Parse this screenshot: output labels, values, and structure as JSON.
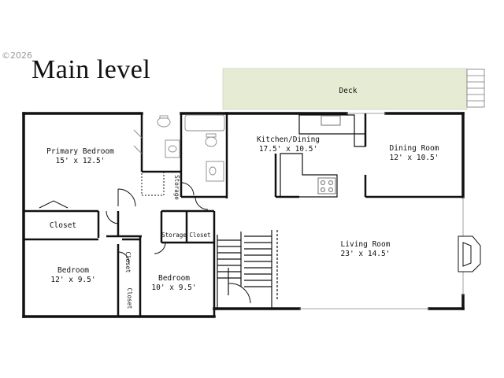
{
  "copyright": "©2026",
  "title": "Main level",
  "colors": {
    "deck_fill": "#e6ecd3",
    "wall": "#111111",
    "fixture": "#8a8a8a"
  },
  "rooms": {
    "deck": {
      "name": "Deck"
    },
    "kitchen": {
      "name": "Kitchen/Dining",
      "size": "17.5' x 10.5'"
    },
    "dining": {
      "name": "Dining Room",
      "size": "12' x 10.5'"
    },
    "primary": {
      "name": "Primary Bedroom",
      "size": "15' x 12.5'"
    },
    "closet_main": {
      "name": "Closet"
    },
    "bedroom1": {
      "name": "Bedroom",
      "size": "12' x 9.5'"
    },
    "bedroom2": {
      "name": "Bedroom",
      "size": "10' x 9.5'"
    },
    "living": {
      "name": "Living Room",
      "size": "23' x 14.5'"
    },
    "storage_small": {
      "name": "Storage"
    },
    "storage": {
      "name": "Storage"
    },
    "closet_hall": {
      "name": "Closet"
    },
    "closet_v1": {
      "name": "Closet"
    },
    "closet_v2": {
      "name": "Closet"
    }
  }
}
